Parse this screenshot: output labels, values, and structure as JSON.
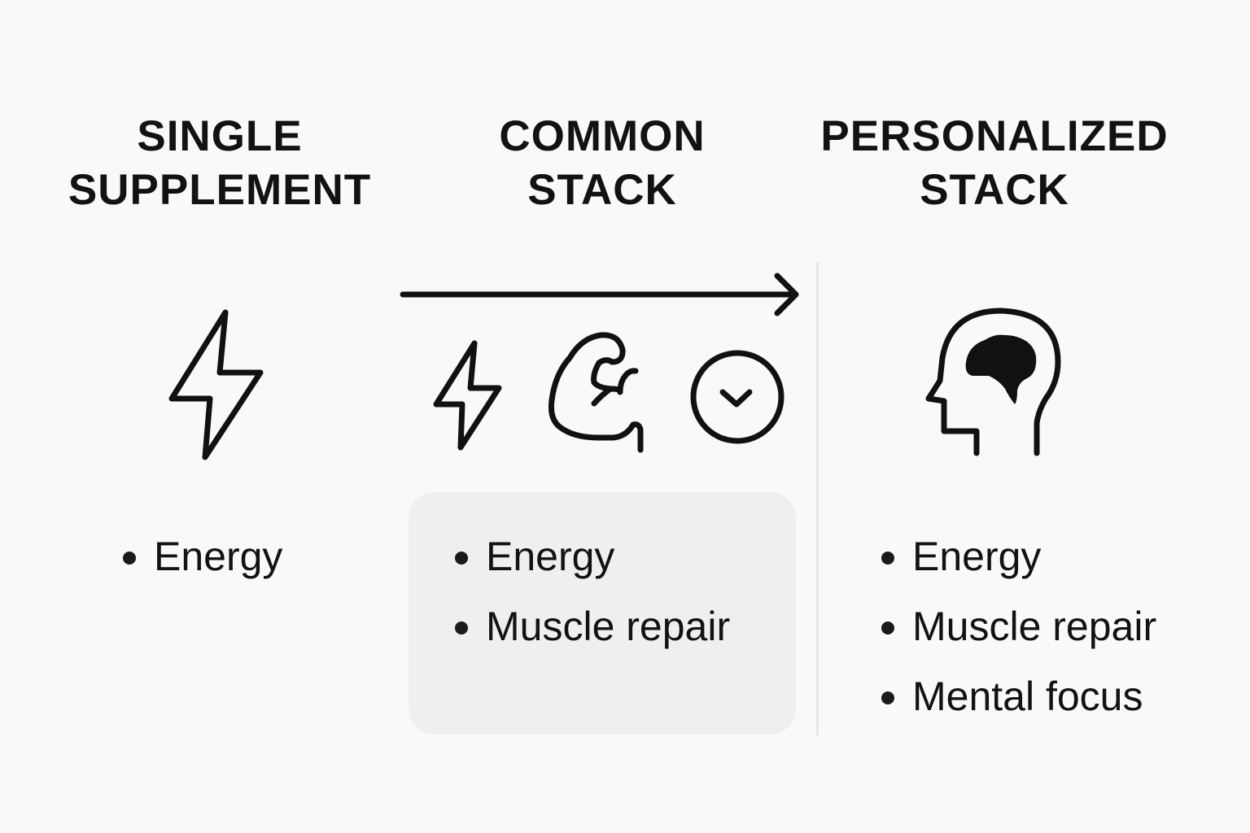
{
  "columns": [
    {
      "heading": [
        "SINGLE",
        "SUPPLEMENT"
      ],
      "icons": [
        "lightning-bolt-icon"
      ],
      "benefits": [
        "Energy"
      ],
      "highlighted": false
    },
    {
      "heading": [
        "COMMON",
        "STACK"
      ],
      "icons": [
        "lightning-bolt-icon",
        "flexed-bicep-icon",
        "check-circle-icon"
      ],
      "benefits": [
        "Energy",
        "Muscle repair"
      ],
      "highlighted": true
    },
    {
      "heading": [
        "PERSONALIZED",
        "STACK"
      ],
      "icons": [
        "head-brain-icon"
      ],
      "benefits": [
        "Energy",
        "Muscle repair",
        "Mental focus"
      ],
      "highlighted": false
    }
  ],
  "progression_arrow": "right-arrow-icon",
  "colors": {
    "background": "#f9f9f9",
    "card": "#efefef",
    "ink": "#111111",
    "divider": "#e7e7e7"
  }
}
